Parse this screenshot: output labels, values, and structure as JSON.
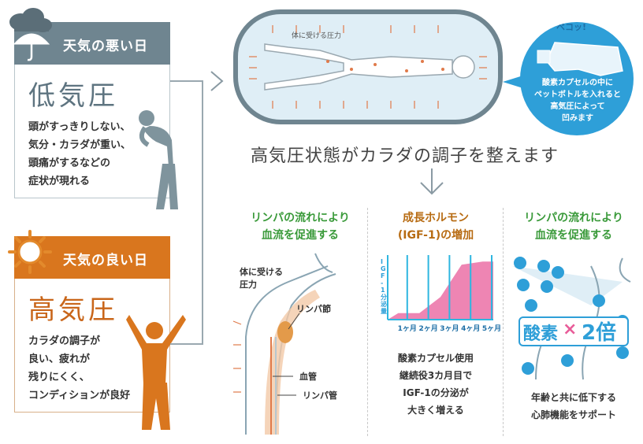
{
  "low": {
    "header": "天気の悪い日",
    "title": "低気圧",
    "desc_lines": [
      "頭がすっきりしない、",
      "気分・カラダが重い、",
      "頭痛がするなどの",
      "症状が現れる"
    ]
  },
  "high": {
    "header": "天気の良い日",
    "title": "高気圧",
    "desc_lines": [
      "カラダの調子が",
      "良い、疲れが",
      "残りにくく、",
      "コンディションが良好"
    ]
  },
  "capsule": {
    "label": "体に受ける圧力"
  },
  "bubble": {
    "badge": "ベコッ!",
    "lines": [
      "酸素カプセルの中に",
      "ペットボトルを入れると",
      "高気圧によって",
      "凹みます"
    ]
  },
  "headline": "高気圧状態がカラダの調子を整えます",
  "col1": {
    "title_lines": [
      "リンパの流れにより",
      "血流を促進する"
    ],
    "label_pressure": [
      "体に受ける",
      "圧力"
    ],
    "label_node": "リンパ節",
    "label_vessel": "血管",
    "label_lymph": "リンパ管"
  },
  "col2": {
    "title_lines": [
      "成長ホルモン",
      "(IGF-1)の増加"
    ],
    "axis_label": "IGF-1分泌量",
    "desc_lines": [
      "酸素カプセル使用",
      "継続役3カ月目で",
      "IGF-1の分泌が",
      "大きく増える"
    ]
  },
  "col3": {
    "title_lines": [
      "リンパの流れにより",
      "血流を促進する"
    ],
    "oxygen_word": "酸素",
    "times": "×",
    "multiplier": "2倍",
    "o2_label": "酸素",
    "desc_lines": [
      "年齢と共に低下する",
      "心肺機能をサポート"
    ]
  },
  "chart_data": {
    "type": "area",
    "categories": [
      "1ヶ月",
      "2ヶ月",
      "3ヶ月",
      "4ヶ月",
      "5ヶ月"
    ],
    "ylabel": "IGF-1分泌量",
    "series": [
      {
        "values": [
          0.1,
          0.1,
          0.35,
          0.85,
          0.9
        ]
      }
    ],
    "ylim": [
      0,
      1
    ],
    "colors": {
      "bar": "#2eb6e0",
      "area": "#e85c99"
    }
  },
  "colors": {
    "low_header": "#6f8590",
    "high_header": "#d9761e",
    "bubble": "#2e9fd8",
    "green_title": "#3a9a3a",
    "orange_title": "#b76b12",
    "pressure_arrow": "#e07a4a"
  }
}
